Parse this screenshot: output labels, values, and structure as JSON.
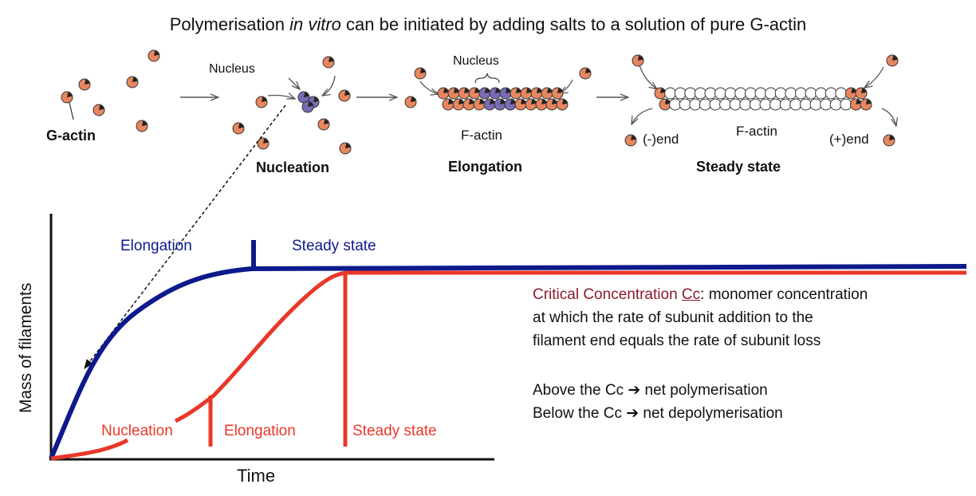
{
  "title": {
    "pre": "Polymerisation ",
    "italic": "in vitro",
    "post": " can be initiated by adding salts to a solution of pure G-actin"
  },
  "stages": {
    "g_actin": "G-actin",
    "nucleus_1": "Nucleus",
    "nucleation": "Nucleation",
    "nucleus_2": "Nucleus",
    "f_actin_1": "F-actin",
    "elongation": "Elongation",
    "minus_end": "(-)end",
    "f_actin_2": "F-actin",
    "plus_end": "(+)end",
    "steady_state": "Steady state"
  },
  "graph": {
    "ylabel": "Mass of filaments",
    "xlabel": "Time",
    "blue_phases": [
      "Elongation",
      "Steady state"
    ],
    "red_phases": [
      "Nucleation",
      "Elongation",
      "Steady state"
    ]
  },
  "description": {
    "cc_term": "Critical Concentration ",
    "cc_abbr": "Cc",
    "def_1": ": monomer concentration",
    "def_2": "at which the rate of subunit addition to the",
    "def_3": "filament end equals the rate of subunit loss",
    "above": "Above the Cc ➔ net polymerisation",
    "below": "Below the Cc ➔ net depolymerisation"
  },
  "colors": {
    "monomer": "#e8875f",
    "nucleus": "#7b6bb5",
    "blue_curve": "#0d1a8c",
    "red_curve": "#e8382a",
    "cc_text": "#8b1a2b"
  }
}
